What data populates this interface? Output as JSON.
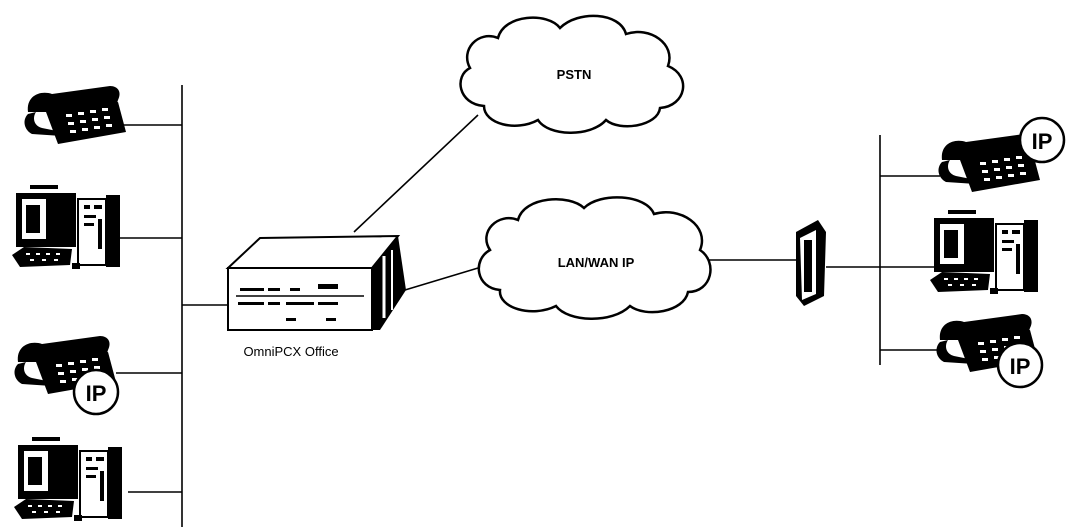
{
  "diagram": {
    "pstn_label": "PSTN",
    "lan_label": "LAN/WAN IP",
    "pbx_label": "OmniPCX Office",
    "ip_badge": "IP"
  }
}
